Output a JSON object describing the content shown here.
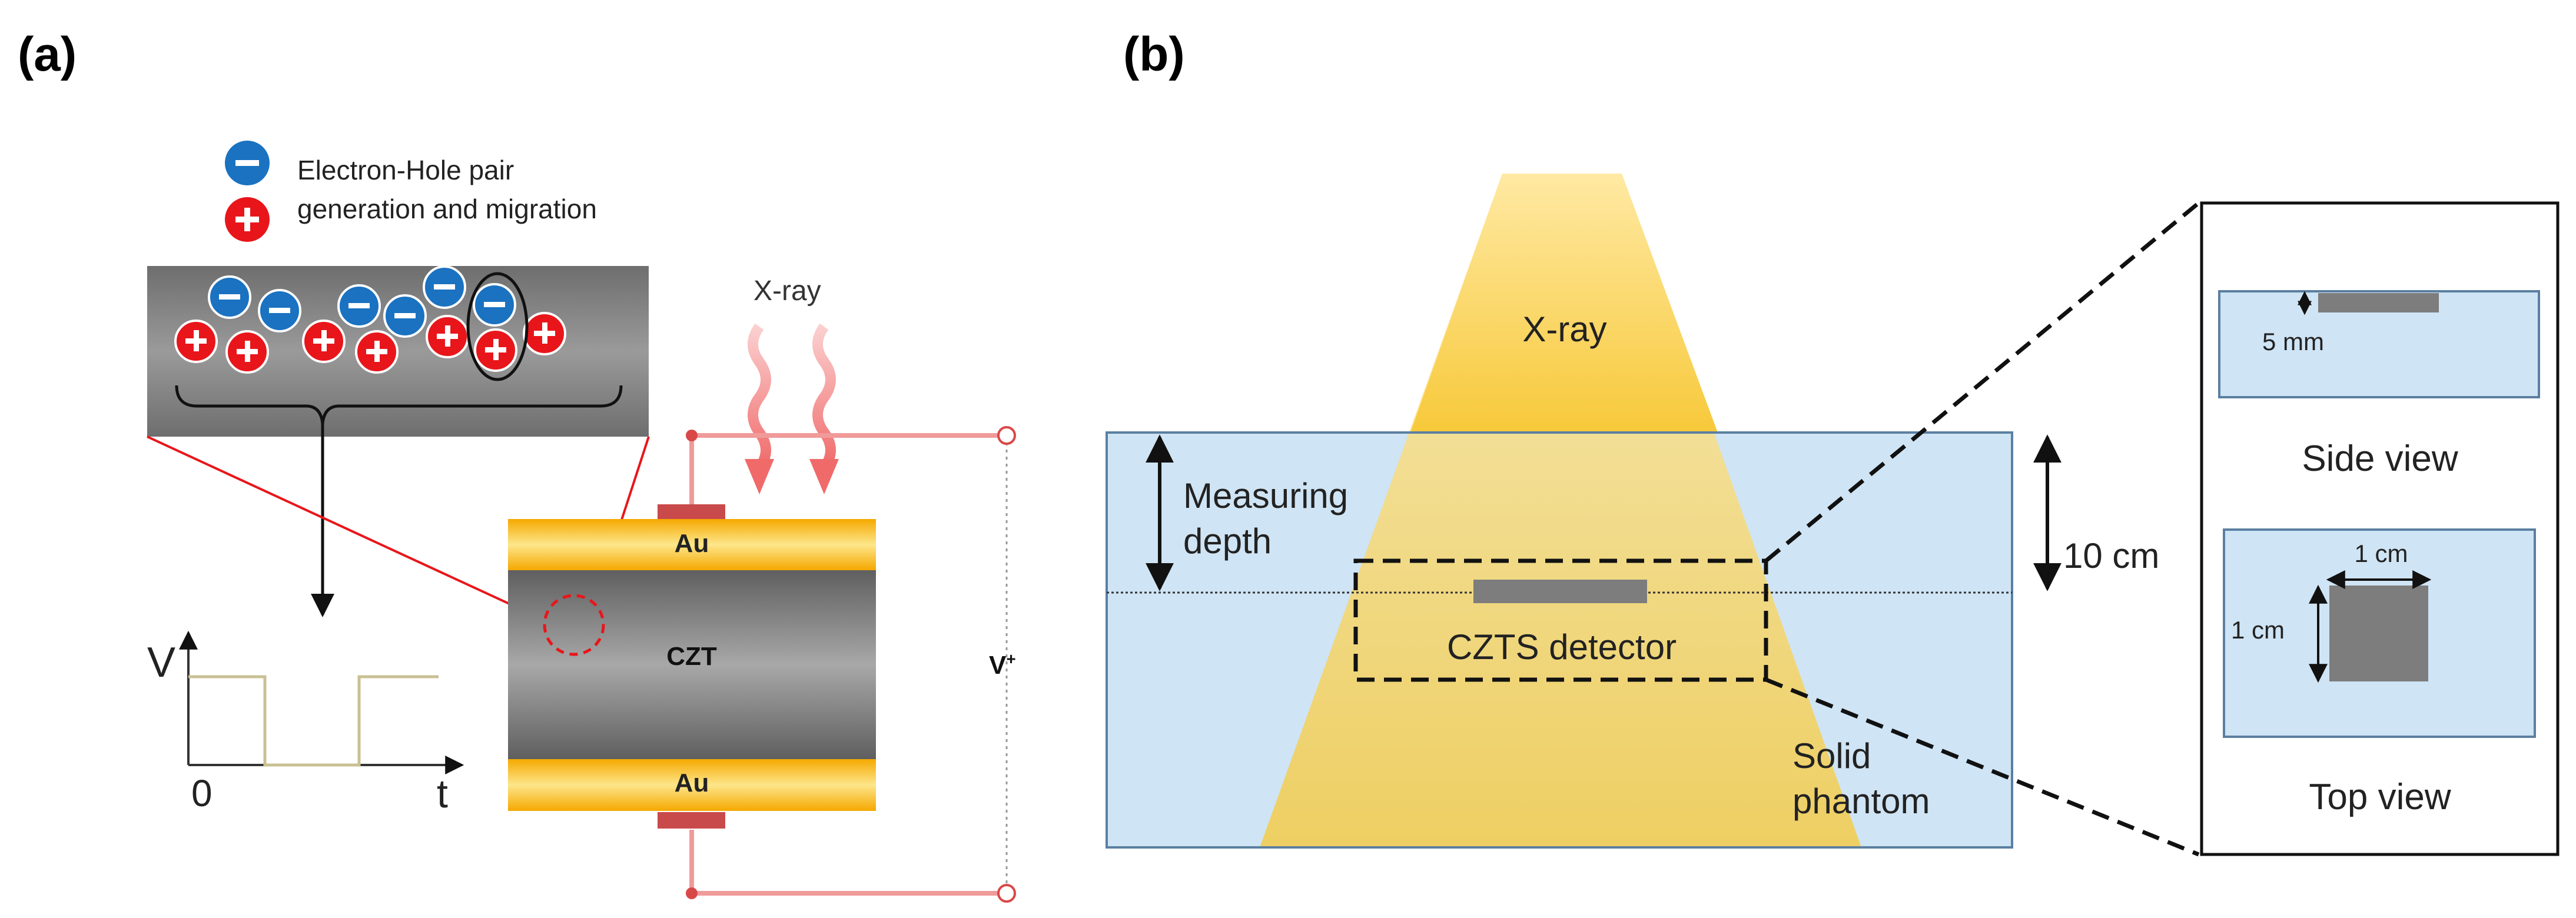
{
  "panel_a": {
    "label": "(a)",
    "legend_line1": "Electron-Hole pair",
    "legend_line2": "generation and migration",
    "electron_symbol": "−",
    "hole_symbol": "+",
    "xray_label": "X-ray",
    "top_electrode": "Au",
    "crystal": "CZT",
    "bottom_electrode": "Au",
    "voltage": "V",
    "voltage_sup": "+",
    "graph_y": "V",
    "graph_origin": "0",
    "graph_x": "t"
  },
  "panel_b": {
    "label": "(b)",
    "xray_label": "X-ray",
    "depth_line1": "Measuring",
    "depth_line2": "depth",
    "depth_value": "10 cm",
    "detector": "CZTS detector",
    "phantom_line1": "Solid",
    "phantom_line2": "phantom",
    "gap_label": "5 mm",
    "side_view": "Side view",
    "width_label": "1 cm",
    "height_label": "1 cm",
    "top_view": "Top view"
  },
  "colors": {
    "electron": "#1a72c1",
    "hole": "#e8161b",
    "gold": "#f7b91a",
    "czt_gray": "#7a7a7a",
    "phantom_blue": "#cfe4f4",
    "beam_yellow": "#f2c94c",
    "wire_red": "#e55a5a"
  }
}
